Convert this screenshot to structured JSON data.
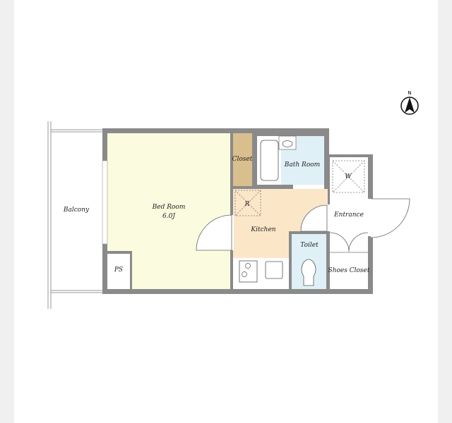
{
  "plan": {
    "compass_label": "N",
    "rooms": {
      "balcony": "Balcony",
      "bedroom": "Bed Room",
      "bedroom_size": "6.0J",
      "closet": "Closet",
      "bathroom": "Bath Room",
      "kitchen": "Kitchen",
      "refrigerator": "R",
      "washer": "W",
      "entrance": "Entrance",
      "toilet": "Toilet",
      "shoes_closet": "Shoes Closet",
      "pipe_space": "PS"
    }
  },
  "colors": {
    "wall": "#8a8a8a",
    "bedroom": "#fbfbdf",
    "closet": "#d9bf8e",
    "bathroom": "#dff0f7",
    "kitchen": "#fbe6c8",
    "toilet": "#dff0f7"
  }
}
